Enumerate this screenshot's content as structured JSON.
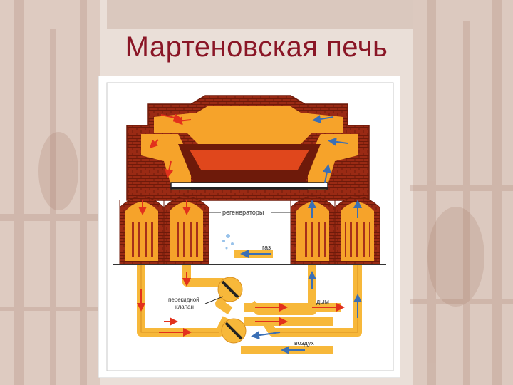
{
  "slide": {
    "title": "Мартеновская печь"
  },
  "diagram": {
    "labels": {
      "regenerators": "регенераторы",
      "gas": "газ",
      "reversing_valve_line1": "перекидной",
      "reversing_valve_line2": "клапан",
      "smoke": "дым",
      "air": "воздух"
    },
    "colors": {
      "brick": "#9a2a14",
      "brick_dark": "#6e1a0a",
      "hot_gas": "#f6a32a",
      "channel": "#f7b83a",
      "melt": "#e0471c",
      "flow_red": "#e2311c",
      "flow_blue": "#3a6fb5",
      "title": "#8a1626"
    }
  }
}
